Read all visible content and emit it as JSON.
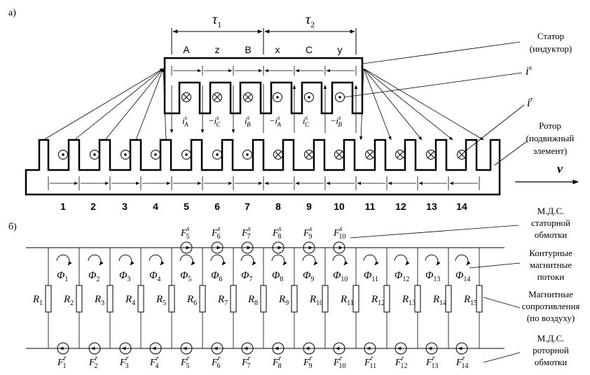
{
  "part_a_label": "а)",
  "part_b_label": "б)",
  "tau1": {
    "main": "τ",
    "sub": "1"
  },
  "tau2": {
    "main": "τ",
    "sub": "2"
  },
  "phase_labels": [
    "A",
    "z",
    "B",
    "x",
    "C",
    "y"
  ],
  "stator_label": [
    "Статор",
    "(индуктор)"
  ],
  "rotor_label": [
    "Ротор",
    "(подвижный",
    "элемент)"
  ],
  "is_label": {
    "main": "i",
    "sup": "s"
  },
  "ir_label": {
    "main": "i",
    "sup": "r"
  },
  "velocity_label": "v",
  "stator_currents": [
    {
      "pre": "",
      "main": "i",
      "sup": "s",
      "sub": "A"
    },
    {
      "pre": "−",
      "main": "i",
      "sup": "s",
      "sub": "C"
    },
    {
      "pre": "",
      "main": "i",
      "sup": "s",
      "sub": "B"
    },
    {
      "pre": "−",
      "main": "i",
      "sup": "s",
      "sub": "A"
    },
    {
      "pre": "",
      "main": "i",
      "sup": "s",
      "sub": "C"
    },
    {
      "pre": "−",
      "main": "i",
      "sup": "s",
      "sub": "B"
    }
  ],
  "tooth_numbers": [
    "1",
    "2",
    "3",
    "4",
    "5",
    "6",
    "7",
    "8",
    "9",
    "10",
    "11",
    "12",
    "13",
    "14"
  ],
  "mmf_stator_label": [
    "М.Д.С.",
    "статорной",
    "обмотки"
  ],
  "flux_label": [
    "Контурные",
    "магнитные",
    "потоки"
  ],
  "reluctance_label": [
    "Магнитные",
    "сопротивления",
    "(по воздуху)"
  ],
  "mmf_rotor_label": [
    "М.Д.С.",
    "роторной",
    "обмотки"
  ],
  "stator_mmf": [
    {
      "main": "F",
      "sub": "5",
      "sup": "s"
    },
    {
      "main": "F",
      "sub": "6",
      "sup": "s"
    },
    {
      "main": "F",
      "sub": "7",
      "sup": "s"
    },
    {
      "main": "F",
      "sub": "8",
      "sup": "s"
    },
    {
      "main": "F",
      "sub": "9",
      "sup": "s"
    },
    {
      "main": "F",
      "sub": "10",
      "sup": "s"
    }
  ],
  "fluxes": [
    {
      "main": "Φ",
      "sub": "1"
    },
    {
      "main": "Φ",
      "sub": "2"
    },
    {
      "main": "Φ",
      "sub": "3"
    },
    {
      "main": "Φ",
      "sub": "4"
    },
    {
      "main": "Φ",
      "sub": "5"
    },
    {
      "main": "Φ",
      "sub": "6"
    },
    {
      "main": "Φ",
      "sub": "7"
    },
    {
      "main": "Φ",
      "sub": "8"
    },
    {
      "main": "Φ",
      "sub": "9"
    },
    {
      "main": "Φ",
      "sub": "10"
    },
    {
      "main": "Φ",
      "sub": "11"
    },
    {
      "main": "Φ",
      "sub": "12"
    },
    {
      "main": "Φ",
      "sub": "13"
    },
    {
      "main": "Φ",
      "sub": "14"
    }
  ],
  "reluctances": [
    {
      "main": "R",
      "sub": "1"
    },
    {
      "main": "R",
      "sub": "2"
    },
    {
      "main": "R",
      "sub": "3"
    },
    {
      "main": "R",
      "sub": "4"
    },
    {
      "main": "R",
      "sub": "5"
    },
    {
      "main": "R",
      "sub": "6"
    },
    {
      "main": "R",
      "sub": "7"
    },
    {
      "main": "R",
      "sub": "8"
    },
    {
      "main": "R",
      "sub": "9"
    },
    {
      "main": "R",
      "sub": "10"
    },
    {
      "main": "R",
      "sub": "11"
    },
    {
      "main": "R",
      "sub": "12"
    },
    {
      "main": "R",
      "sub": "13"
    },
    {
      "main": "R",
      "sub": "14"
    },
    {
      "main": "R",
      "sub": "15"
    }
  ],
  "rotor_mmf": [
    {
      "main": "F",
      "sub": "1",
      "sup": "r"
    },
    {
      "main": "F",
      "sub": "2",
      "sup": "r"
    },
    {
      "main": "F",
      "sub": "3",
      "sup": "r"
    },
    {
      "main": "F",
      "sub": "4",
      "sup": "r"
    },
    {
      "main": "F",
      "sub": "5",
      "sup": "r"
    },
    {
      "main": "F",
      "sub": "6",
      "sup": "r"
    },
    {
      "main": "F",
      "sub": "7",
      "sup": "r"
    },
    {
      "main": "F",
      "sub": "8",
      "sup": "r"
    },
    {
      "main": "F",
      "sub": "9",
      "sup": "r"
    },
    {
      "main": "F",
      "sub": "10",
      "sup": "r"
    },
    {
      "main": "F",
      "sub": "11",
      "sup": "r"
    },
    {
      "main": "F",
      "sub": "12",
      "sup": "r"
    },
    {
      "main": "F",
      "sub": "13",
      "sup": "r"
    },
    {
      "main": "F",
      "sub": "14",
      "sup": "r"
    }
  ]
}
